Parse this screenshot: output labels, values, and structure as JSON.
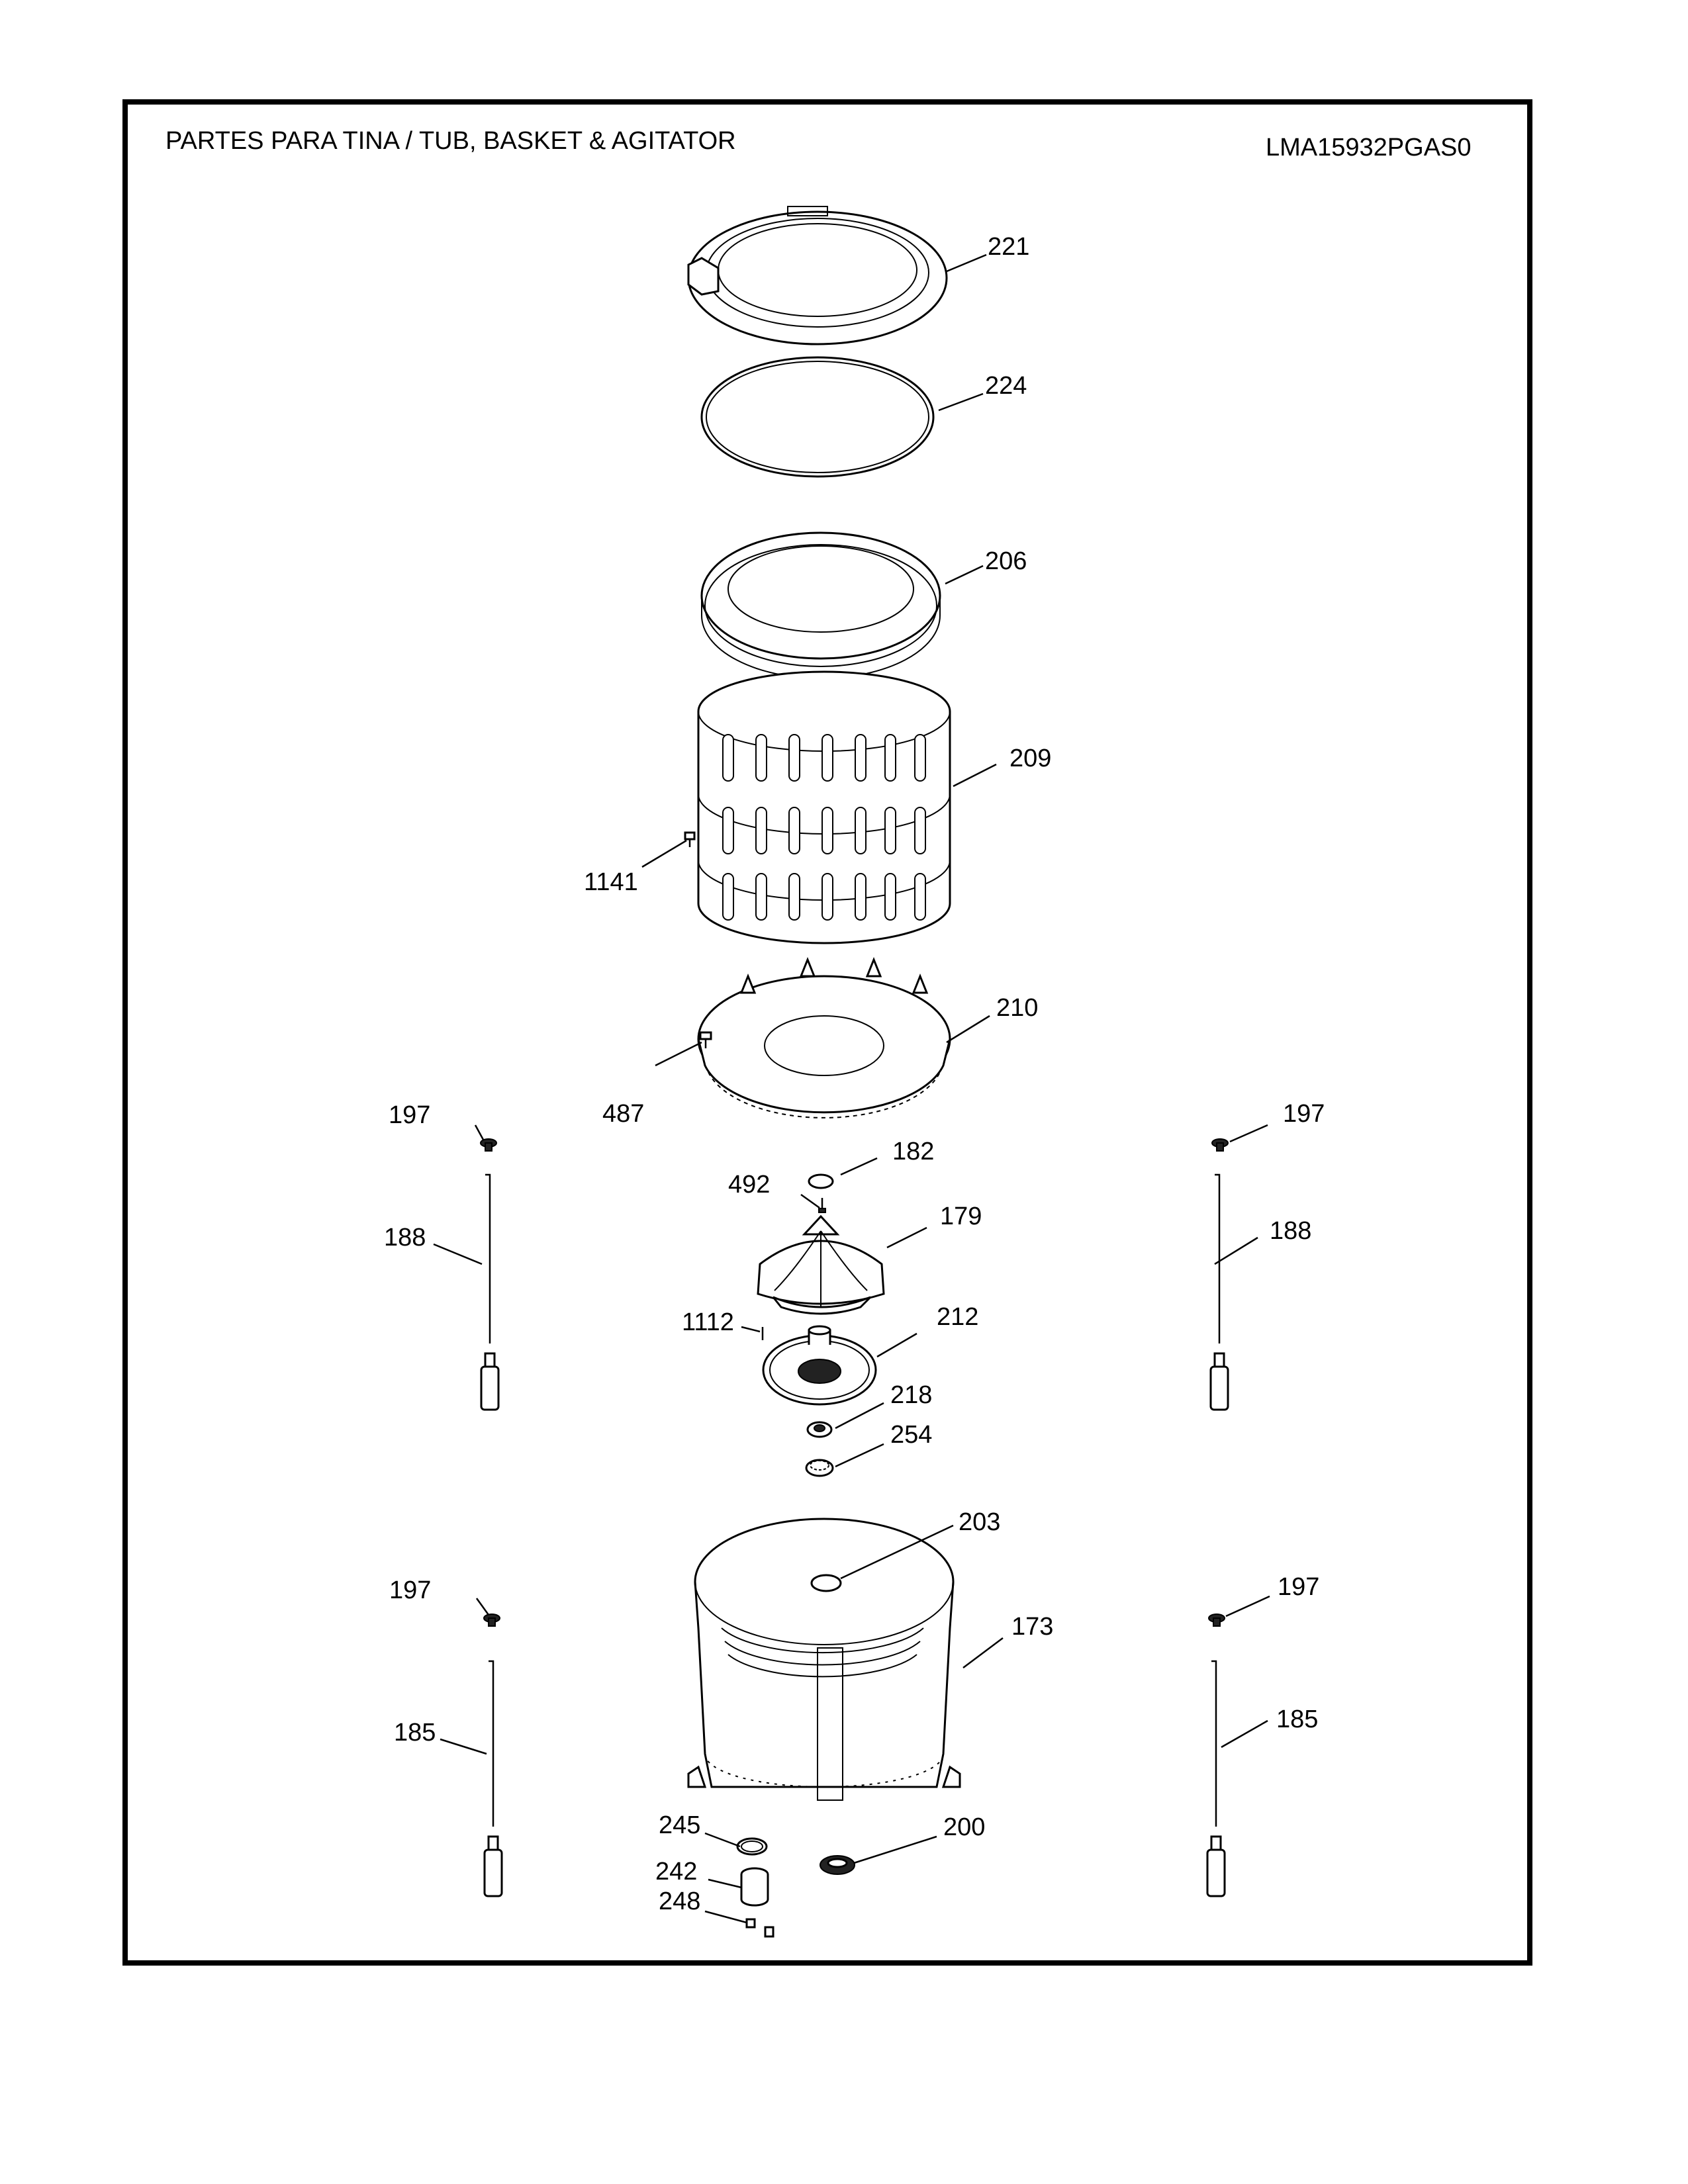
{
  "header": {
    "title": "PARTES PARA TINA  /  TUB, BASKET & AGITATOR",
    "model": "LMA15932PGAS0"
  },
  "callouts": [
    {
      "id": "c221",
      "text": "221"
    },
    {
      "id": "c224",
      "text": "224"
    },
    {
      "id": "c206",
      "text": "206"
    },
    {
      "id": "c209",
      "text": "209"
    },
    {
      "id": "c1141",
      "text": "1141"
    },
    {
      "id": "c210",
      "text": "210"
    },
    {
      "id": "c487",
      "text": "487"
    },
    {
      "id": "c197a",
      "text": "197"
    },
    {
      "id": "c197b",
      "text": "197"
    },
    {
      "id": "c182",
      "text": "182"
    },
    {
      "id": "c492",
      "text": "492"
    },
    {
      "id": "c179",
      "text": "179"
    },
    {
      "id": "c188a",
      "text": "188"
    },
    {
      "id": "c188b",
      "text": "188"
    },
    {
      "id": "c1112",
      "text": "1112"
    },
    {
      "id": "c212",
      "text": "212"
    },
    {
      "id": "c218",
      "text": "218"
    },
    {
      "id": "c254",
      "text": "254"
    },
    {
      "id": "c203",
      "text": "203"
    },
    {
      "id": "c197c",
      "text": "197"
    },
    {
      "id": "c197d",
      "text": "197"
    },
    {
      "id": "c173",
      "text": "173"
    },
    {
      "id": "c185a",
      "text": "185"
    },
    {
      "id": "c185b",
      "text": "185"
    },
    {
      "id": "c245",
      "text": "245"
    },
    {
      "id": "c200",
      "text": "200"
    },
    {
      "id": "c242",
      "text": "242"
    },
    {
      "id": "c248",
      "text": "248"
    }
  ]
}
